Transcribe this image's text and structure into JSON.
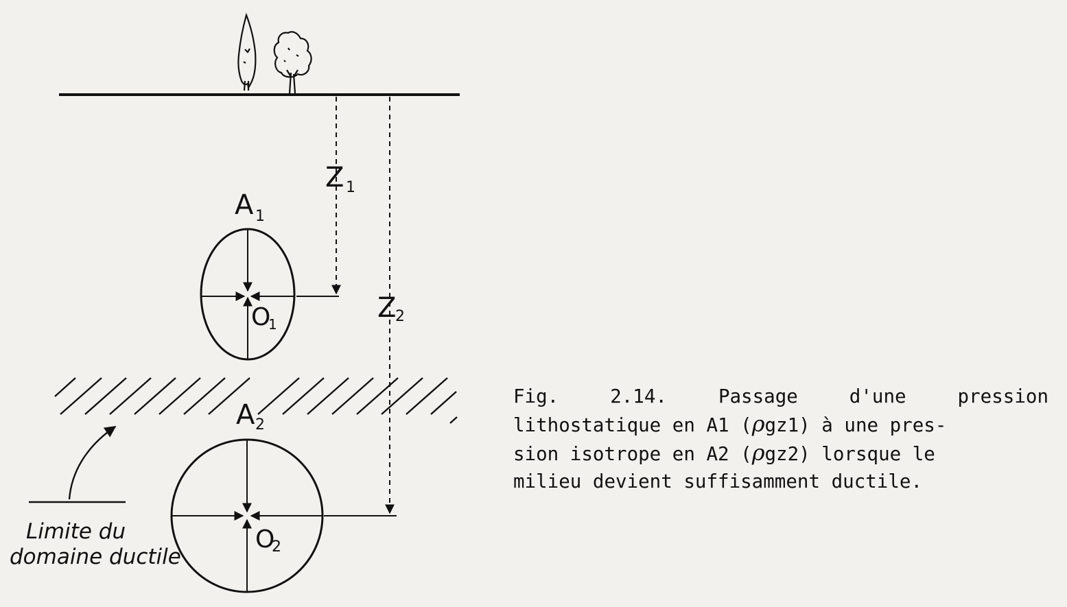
{
  "labels": {
    "z1": "Z",
    "z1_sub": "1",
    "z2": "Z",
    "z2_sub": "2",
    "a1": "A",
    "a1_sub": "1",
    "a2": "A",
    "a2_sub": "2",
    "o1": "O",
    "o1_sub": "1",
    "o2": "O",
    "o2_sub": "2",
    "limit_line1": "Limite du",
    "limit_line2": "domaine ductile"
  },
  "caption": {
    "line1": [
      "Fig.",
      "2.14.",
      "Passage",
      "d'une",
      "pression"
    ],
    "line2_a": "lithostatique  en A1 (",
    "line2_rho": "ρ",
    "line2_b": "gz1) à une pres-",
    "line3_a": "sion  isotrope en A2 (",
    "line3_rho": "ρ",
    "line3_b": "gz2) lorsque  le",
    "line4": "milieu devient suffisamment ductile."
  },
  "colors": {
    "ink": "#111111",
    "paper": "#f2f1ee"
  }
}
